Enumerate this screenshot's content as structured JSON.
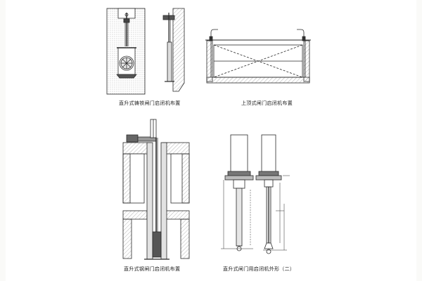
{
  "captions": {
    "tl": "直升式铸铁闸门启闭机布置",
    "tr": "上顶式闸门启闭机布置",
    "bl": "直升式钢闸门启闭机布置",
    "br": "直升式闸门用启闭机外形（二）"
  },
  "palette": {
    "ink": "#2a2a2a",
    "hatch": "#9a9a9a",
    "paper": "#ffffff"
  }
}
